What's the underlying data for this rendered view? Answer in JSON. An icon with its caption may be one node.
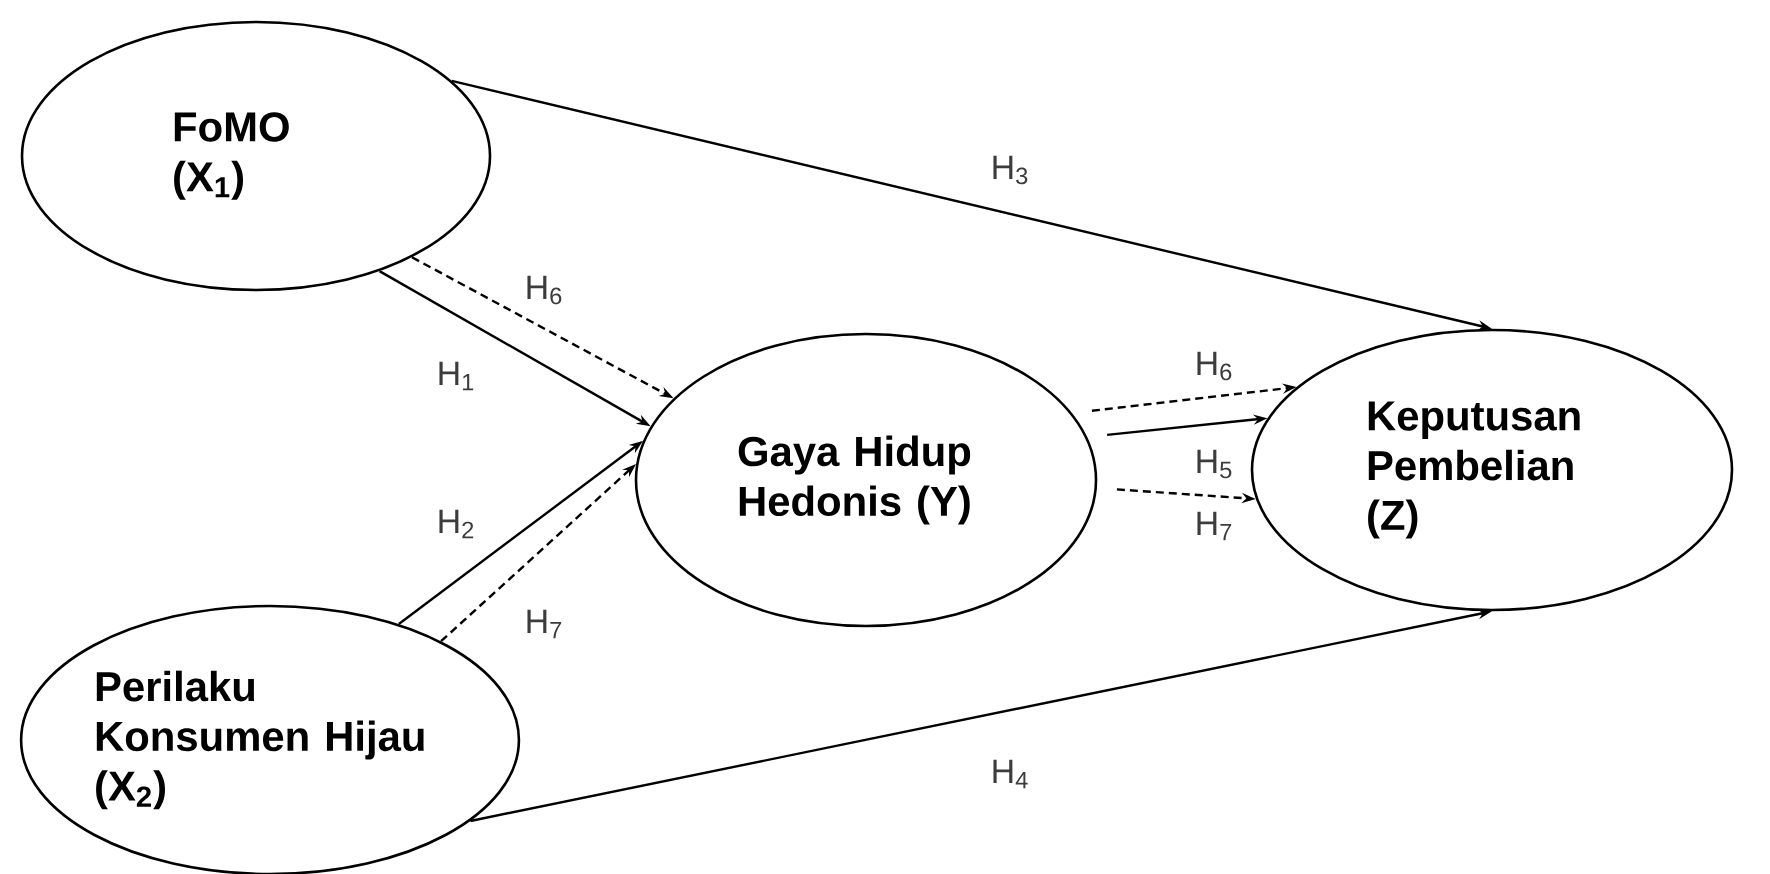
{
  "diagram": {
    "nodes": [
      {
        "text": [
          "FoMO (X$_{1}$)"
        ]
      },
      {
        "text": [
          "Gaya Hidup Hedonis (Y)"
        ]
      },
      {
        "text": [
          "Keputusan Pembelian (Z)"
        ]
      },
      {
        "text": [
          "Perilaku Konsumen Hijau (X$_{2}$)"
        ]
      }
    ],
    "edges": [
      {
        "from": 0,
        "to": 2,
        "arrow": "to",
        "label": "H$_{3}$"
      },
      {
        "from": 0,
        "to": 1,
        "arrow": "to",
        "label": "H$_{6}$",
        "style": "dashed"
      },
      {
        "from": 0,
        "to": 1,
        "arrow": "to",
        "label": "H$_{1}$"
      },
      {
        "from": 3,
        "to": 1,
        "arrow": "to",
        "label": "H$_{2}$"
      },
      {
        "from": 3,
        "to": 1,
        "arrow": "to",
        "label": "H$_{7}$",
        "style": "dashed"
      },
      {
        "from": 1,
        "to": 2,
        "arrow": "to",
        "label": "H$_{6}$",
        "style": "dashed"
      },
      {
        "from": 1,
        "to": 2,
        "arrow": "to",
        "label": "H$_{5}$"
      },
      {
        "from": 1,
        "to": 2,
        "arrow": "to",
        "label": "H$_{7}$",
        "style": "dashed"
      },
      {
        "from": 3,
        "to": 2,
        "arrow": "to",
        "label": "H$_{4}$"
      }
    ]
  }
}
